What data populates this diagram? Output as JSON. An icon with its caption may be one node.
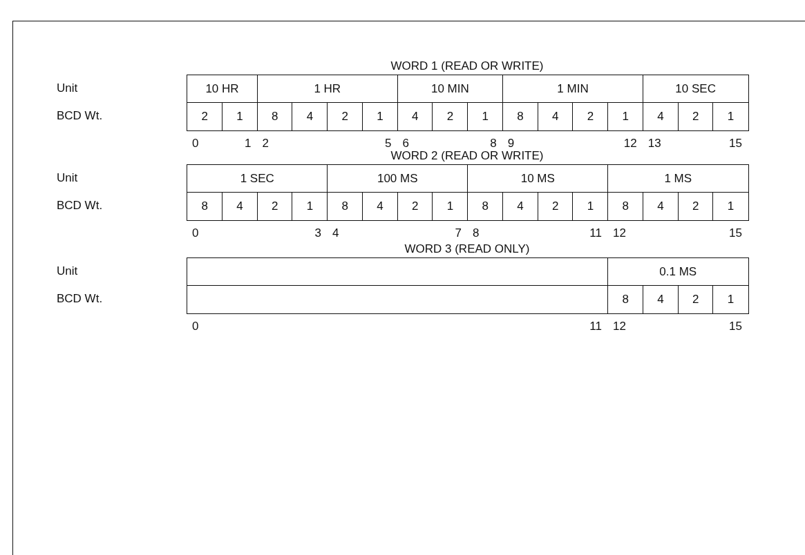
{
  "diagram": {
    "labels": [
      "WORD 1 (READ OR WRITE)",
      "Unit",
      "10 HR",
      "1 HR",
      "10 MIN",
      "1 MIN",
      "10 SEC",
      "BCD Wt.",
      "2",
      "1",
      "8",
      "4",
      "2",
      "1",
      "4",
      "2",
      "1",
      "8",
      "4",
      "2",
      "1",
      "4",
      "2",
      "1",
      "0",
      "1",
      "2",
      "5",
      "6",
      "8",
      "9",
      "12",
      "13",
      "15",
      "WORD 2 (READ OR WRITE)",
      "Unit",
      "1 SEC",
      "100 MS",
      "10 MS",
      "1 MS",
      "BCD Wt.",
      "8",
      "4",
      "2",
      "1",
      "8",
      "4",
      "2",
      "1",
      "8",
      "4",
      "2",
      "1",
      "8",
      "4",
      "2",
      "1",
      "0",
      "3",
      "4",
      "7",
      "8",
      "11",
      "12",
      "15",
      "WORD 3 (READ ONLY)",
      "Unit",
      "0.1 MS",
      "BCD Wt.",
      "8",
      "4",
      "2",
      "1",
      "0",
      "11",
      "12",
      "15"
    ]
  }
}
